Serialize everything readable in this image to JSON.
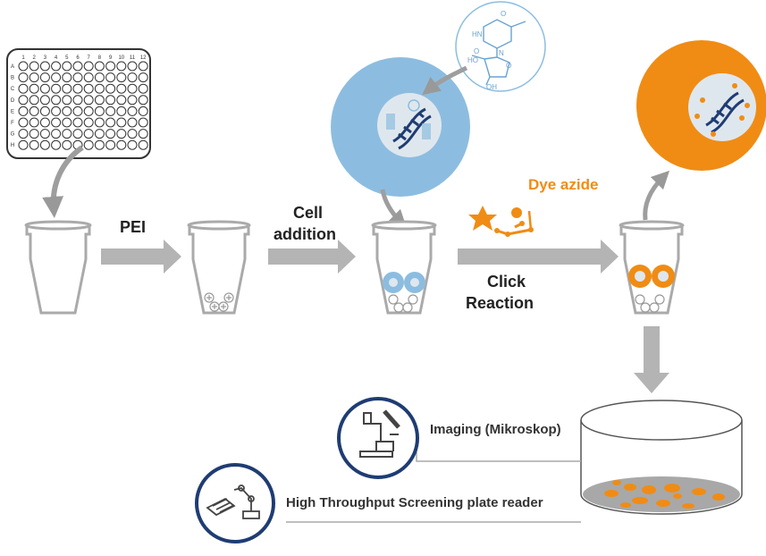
{
  "plate": {
    "columns": [
      "1",
      "2",
      "3",
      "4",
      "5",
      "6",
      "7",
      "8",
      "9",
      "10",
      "11",
      "12"
    ],
    "rows": [
      "A",
      "B",
      "C",
      "D",
      "E",
      "F",
      "G",
      "H"
    ]
  },
  "steps": {
    "pei": "PEI",
    "cell_line1": "Cell",
    "cell_line2": "addition",
    "dye": "Dye azide",
    "click_line1": "Click",
    "click_line2": "Reaction"
  },
  "readouts": {
    "imaging": "Imaging (Mikroskop)",
    "plate_reader": "High Throughput Screening plate reader"
  },
  "molecule": {
    "atoms": [
      "O",
      "HN",
      "N",
      "O",
      "HO",
      "O",
      "OH"
    ]
  },
  "colors": {
    "blue": "#8cbde0",
    "orange": "#f08c14",
    "gray": "#b4b4b4",
    "navy": "#1f3c73"
  }
}
